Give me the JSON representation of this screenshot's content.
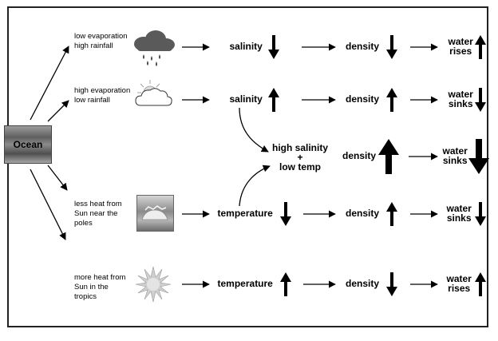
{
  "ocean": {
    "label": "Ocean"
  },
  "rows": [
    {
      "cause": "low evaporation\nhigh rainfall",
      "property": "salinity",
      "property_dir": "down",
      "density": "density",
      "density_dir": "down",
      "result": "water\nrises",
      "result_dir": "up",
      "icon": "rain-cloud-icon"
    },
    {
      "cause": "high evaporation\nlow rainfall",
      "property": "salinity",
      "property_dir": "up",
      "density": "density",
      "density_dir": "up",
      "result": "water\nsinks",
      "result_dir": "down",
      "icon": "sun-cloud-icon"
    },
    {
      "cause": "",
      "property": "high salinity\n+\nlow temp",
      "property_dir": "",
      "density": "density",
      "density_dir": "up-large",
      "result": "water\nsinks",
      "result_dir": "down-large",
      "icon": ""
    },
    {
      "cause": "less heat from\nSun near the\npoles",
      "property": "temperature",
      "property_dir": "down",
      "density": "density",
      "density_dir": "up",
      "result": "water\nsinks",
      "result_dir": "down",
      "icon": "polar-ice-icon"
    },
    {
      "cause": "more heat from\nSun in the\ntropics",
      "property": "temperature",
      "property_dir": "up",
      "density": "density",
      "density_dir": "down",
      "result": "water\nrises",
      "result_dir": "up",
      "icon": "sun-icon"
    }
  ]
}
